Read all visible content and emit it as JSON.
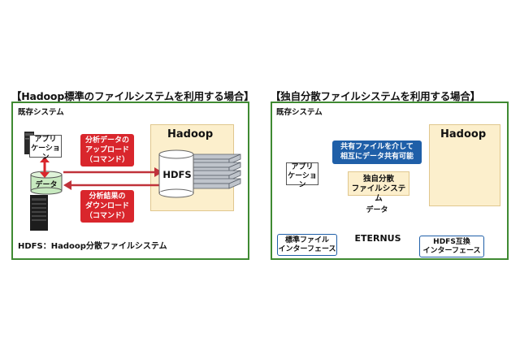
{
  "left": {
    "title": "【Hadoop標準のファイルシステムを利用する場合】",
    "existing_system": "既存システム",
    "application": [
      "アプリ",
      "ケーション"
    ],
    "data": "データ",
    "hadoop": "Hadoop",
    "hdfs": "HDFS",
    "upload": [
      "分析データの",
      "アップロード",
      "（コマンド）"
    ],
    "download": [
      "分析結果の",
      "ダウンロード",
      "（コマンド）"
    ],
    "footnote": "HDFS：Hadoop分散ファイルシステム"
  },
  "right": {
    "title": "【独自分散ファイルシステムを利用する場合】",
    "existing_system": "既存システム",
    "application": [
      "アプリ",
      "ケーション"
    ],
    "share": [
      "共有ファイルを介して",
      "相互にデータ共有可能"
    ],
    "hadoop": "Hadoop",
    "dfs": [
      "独自分散",
      "ファイルシステム"
    ],
    "data": "データ",
    "eternus": "ETERNUS",
    "std_if": [
      "標準ファイル",
      "インターフェース"
    ],
    "hdfs_if": [
      "HDFS互換",
      "インターフェース"
    ]
  },
  "colors": {
    "panel_border": "#3f8a32",
    "red": "#d9262c",
    "blue": "#1f5fa8",
    "hadoop_bg": "#fcefcc"
  }
}
